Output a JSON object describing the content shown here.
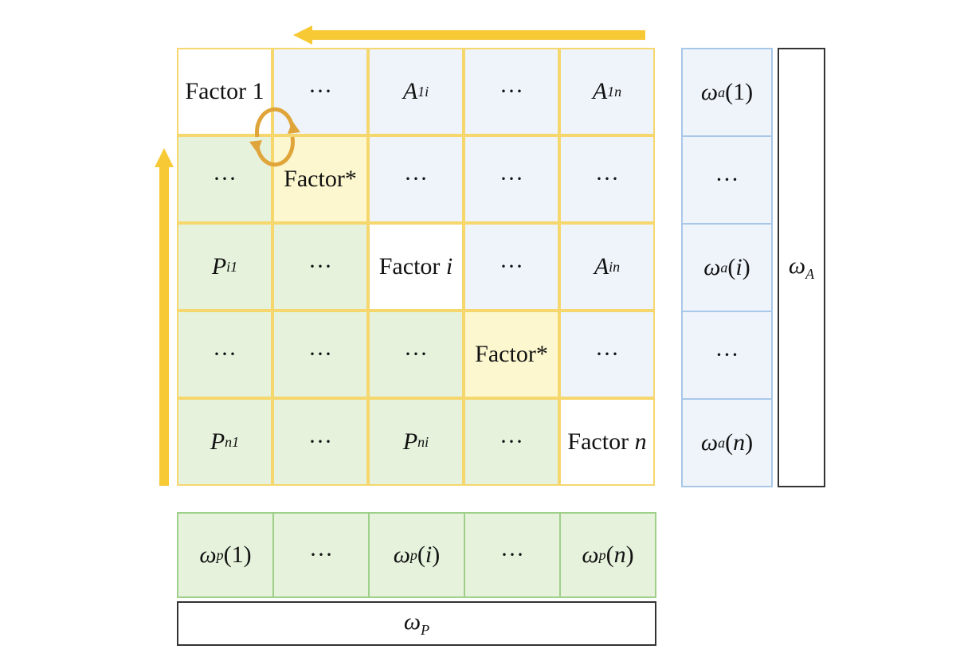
{
  "matrix": {
    "rows": [
      [
        "Factor 1",
        "···",
        "A_1i",
        "···",
        "A_1n"
      ],
      [
        "···",
        "Factor*",
        "···",
        "···",
        "···"
      ],
      [
        "P_i1",
        "···",
        "Factor i",
        "···",
        "A_in"
      ],
      [
        "···",
        "···",
        "···",
        "Factor*",
        "···"
      ],
      [
        "P_n1",
        "···",
        "P_ni",
        "···",
        "Factor n"
      ]
    ],
    "fills": [
      [
        "white",
        "blue",
        "blue",
        "blue",
        "blue"
      ],
      [
        "green",
        "yellow",
        "blue",
        "blue",
        "blue"
      ],
      [
        "green",
        "green",
        "white",
        "blue",
        "blue"
      ],
      [
        "green",
        "green",
        "green",
        "yellow",
        "blue"
      ],
      [
        "green",
        "green",
        "green",
        "green",
        "white"
      ]
    ]
  },
  "right_column": [
    "ω_a(1)",
    "···",
    "ω_a(i)",
    "···",
    "ω_a(n)"
  ],
  "right_total": "ω_A",
  "bottom_row": [
    "ω_p(1)",
    "···",
    "ω_p(i)",
    "···",
    "ω_p(n)"
  ],
  "bottom_total": "ω_P",
  "colors": {
    "arrow": "#f7c934",
    "swap_cycle": "#e0a53a",
    "grid_border": "#f5d76e",
    "upper_fill": "#eef4fa",
    "lower_fill": "#e6f2dc",
    "highlight_fill": "#fdf7cf"
  }
}
